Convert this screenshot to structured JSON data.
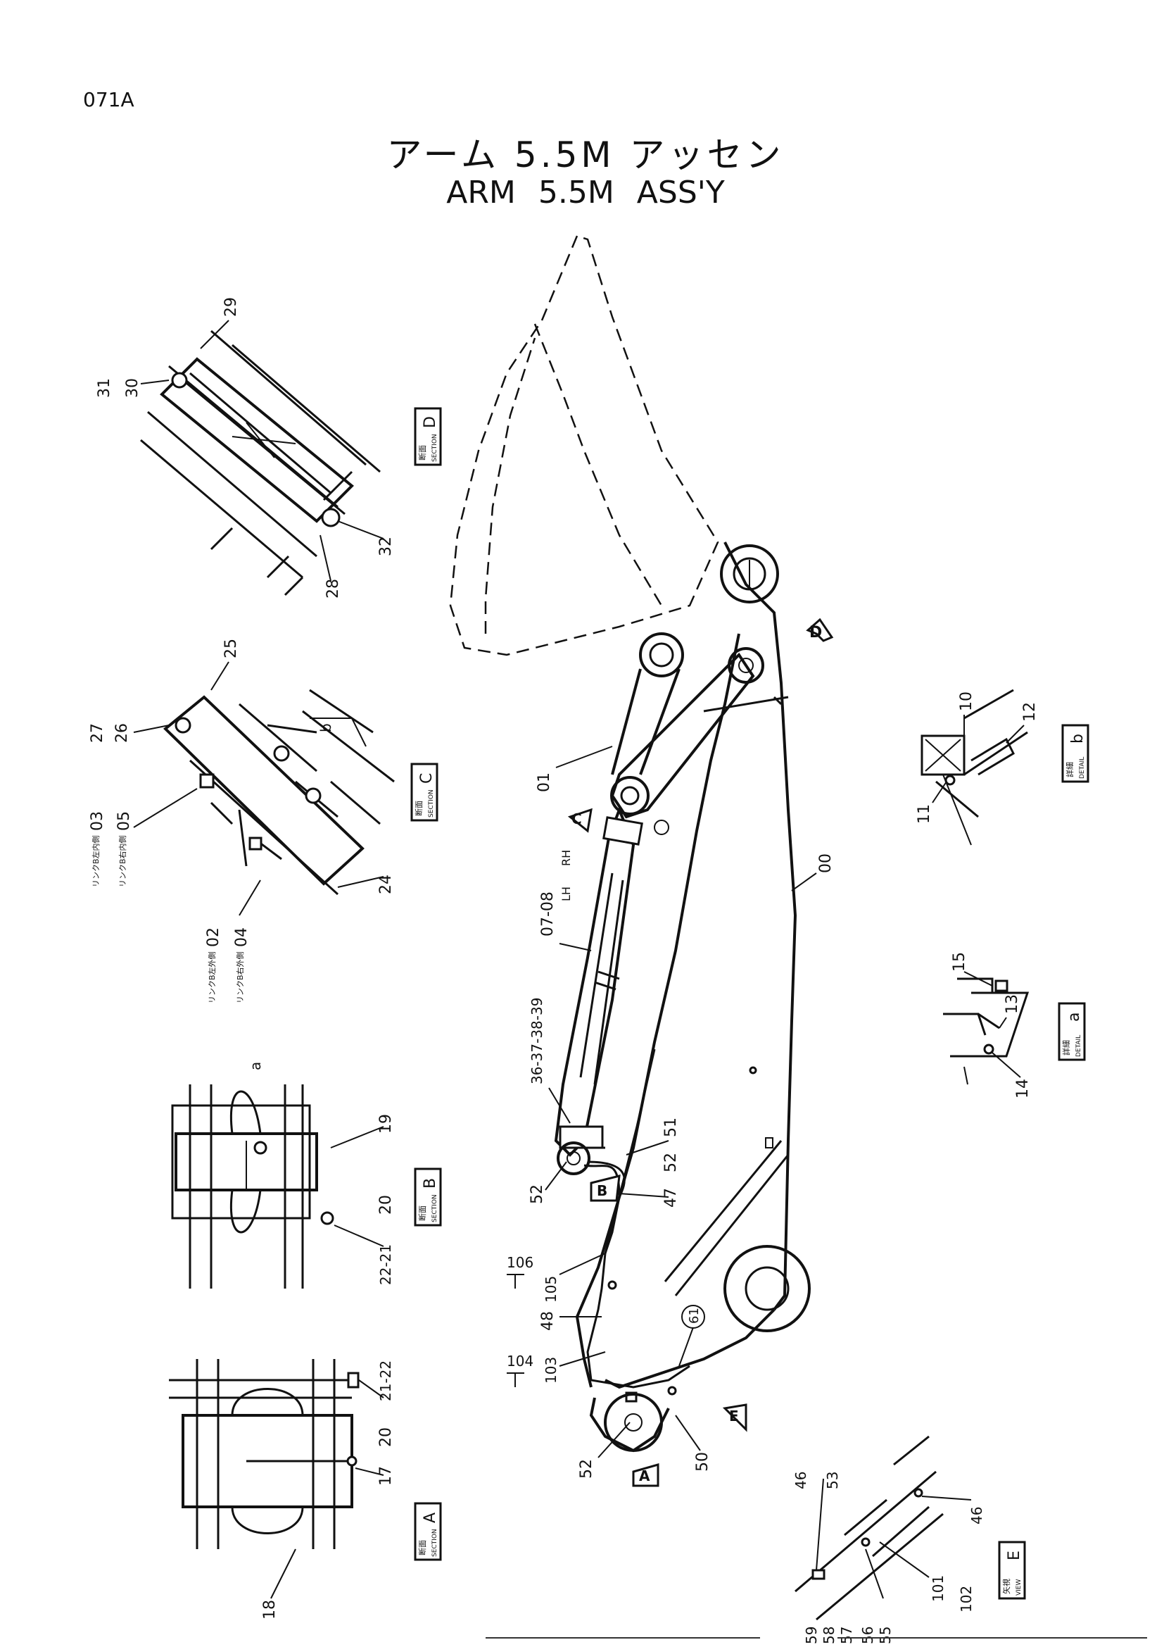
{
  "page_code": "071A",
  "title": {
    "jp": "アーム 5.5M アッセン",
    "en": "ARM   5.5M   ASS'Y"
  },
  "callouts": {
    "c00": "00",
    "c01": "01",
    "c02": "02",
    "c03": "03",
    "c04": "04",
    "c05": "05",
    "c0708": "07-08",
    "c10": "10",
    "c11": "11",
    "c12": "12",
    "c13": "13",
    "c14": "14",
    "c15": "15",
    "c17": "17",
    "c18": "18",
    "c19": "19",
    "c20a": "20",
    "c20b": "20",
    "c2122": "21-22",
    "c2221": "22-21",
    "c24": "24",
    "c25": "25",
    "c26": "26",
    "c27": "27",
    "c28": "28",
    "c29": "29",
    "c30": "30",
    "c31": "31",
    "c32": "32",
    "c36": "36-37-38-39",
    "c46a": "46",
    "c46b": "46",
    "c47": "47",
    "c48": "48",
    "c50": "50",
    "c51": "51",
    "c52a": "52",
    "c52b": "52",
    "c52c": "52",
    "c53": "53",
    "c55": "55",
    "c56": "56",
    "c57": "57",
    "c58": "58",
    "c59": "59",
    "c61": "61",
    "c101": "101",
    "c102": "102",
    "c103": "103",
    "c104": "104",
    "c105": "105",
    "c106": "106",
    "lh": "LH",
    "rh": "RH"
  },
  "view_markers": {
    "a": "A",
    "b": "B",
    "c": "C",
    "d": "D",
    "e": "E"
  },
  "section_labels": {
    "section_d": {
      "jp": "断面",
      "en": "SECTION",
      "letter": "D"
    },
    "section_c": {
      "jp": "断面",
      "en": "SECTION",
      "letter": "C"
    },
    "section_b": {
      "jp": "断面",
      "en": "SECTION",
      "letter": "B"
    },
    "section_a": {
      "jp": "断面",
      "en": "SECTION",
      "letter": "A"
    },
    "detail_b": {
      "jp": "詳細",
      "en": "DETAIL",
      "letter": "b"
    },
    "detail_a": {
      "jp": "詳細",
      "en": "DETAIL",
      "letter": "a"
    },
    "view_e": {
      "jp": "矢視",
      "en": "VIEW",
      "letter": "E"
    }
  },
  "small_letters": {
    "a": "a",
    "b": "b"
  },
  "link_notes": {
    "n03": "リンクB左内側",
    "n05": "リンクB右内側",
    "n02": "リンクB左外側",
    "n04": "リンクB右外側"
  }
}
